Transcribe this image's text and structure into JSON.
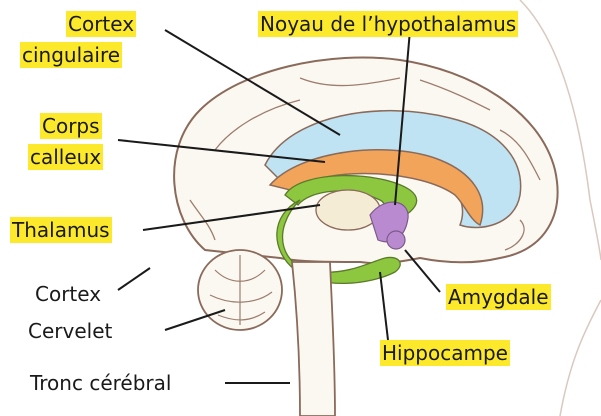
{
  "labels": {
    "cortex_cingulaire_1": "Cortex",
    "cortex_cingulaire_2": "cingulaire",
    "noyau_hypothalamus": "Noyau de l’hypothalamus",
    "corps_calleux_1": "Corps",
    "corps_calleux_2": "calleux",
    "thalamus": "Thalamus",
    "cortex": "Cortex",
    "cervelet": "Cervelet",
    "tronc_cerebral": "Tronc cérébral",
    "amygdale": "Amygdale",
    "hippocampe": "Hippocampe"
  },
  "colors": {
    "highlight": "#fde92c",
    "cortex_cingulaire": "#bfe3f2",
    "corps_calleux": "#f2a55a",
    "fornix": "#8dc63f",
    "thalamus": "#f5ecd6",
    "hypothalamus": "#b98ad0",
    "outline": "#8a6a5a"
  }
}
